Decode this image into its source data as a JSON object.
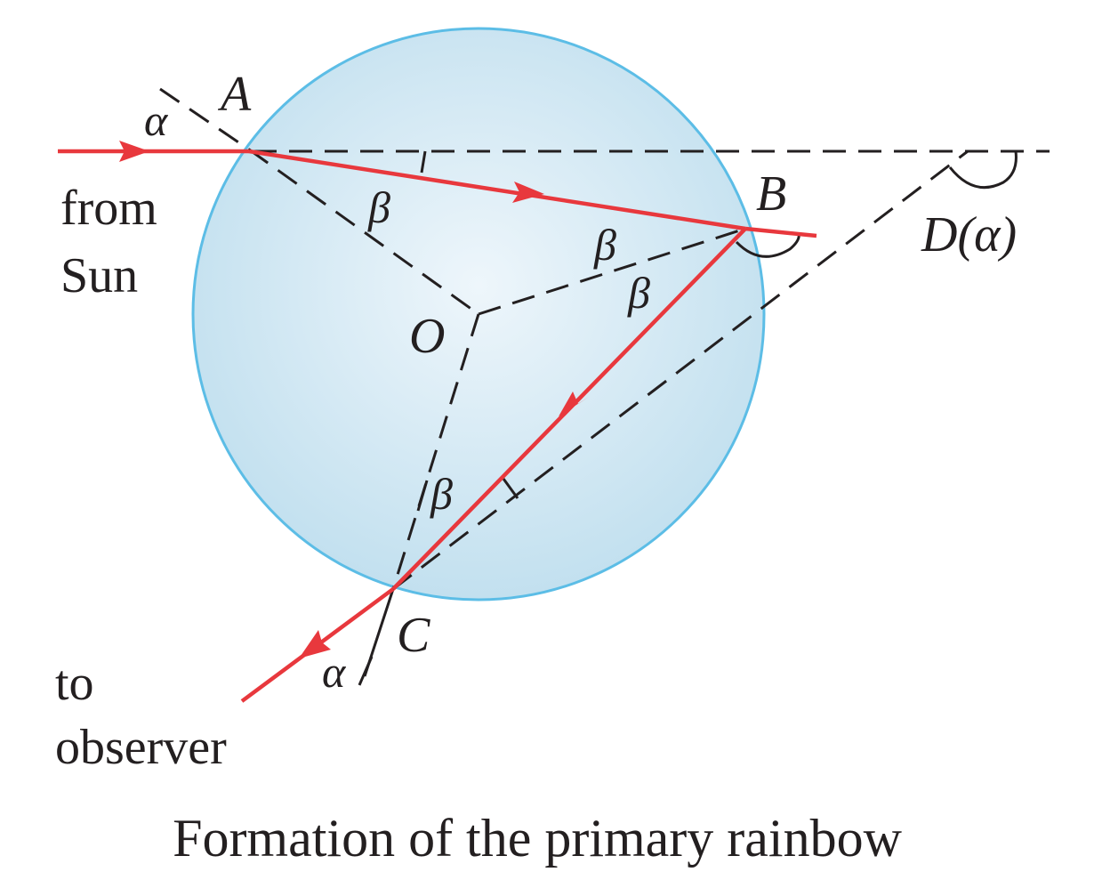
{
  "labels": {
    "A": "A",
    "B": "B",
    "C": "C",
    "O": "O",
    "D": "D(α)",
    "alpha": "α",
    "beta": "β",
    "from_sun": [
      "from",
      "Sun"
    ],
    "to_observer": [
      "to",
      "observer"
    ]
  },
  "caption": "Formation of the primary rainbow",
  "colors": {
    "ray": "#e8383d",
    "drop_edge": "#5cbde6",
    "drop_center": "#eef6fb",
    "drop_outer": "#c2e0ef",
    "line": "#231f20"
  }
}
